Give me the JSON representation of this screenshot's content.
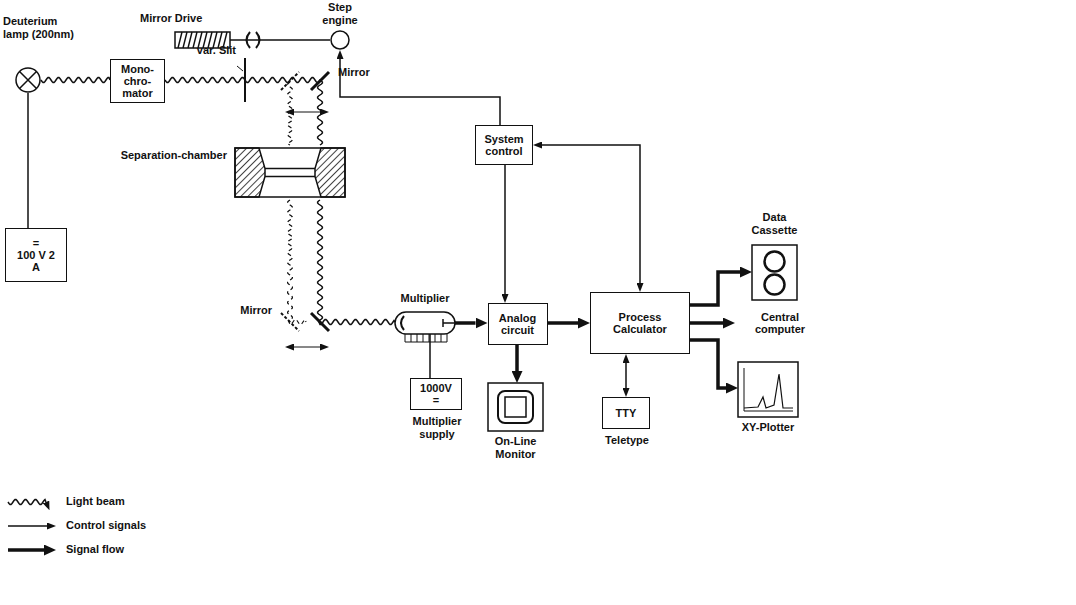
{
  "diagram": {
    "nodes": [
      {
        "text": [
          "Deuterium lamp (200nm)"
        ]
      },
      {
        "text": [
          "Mono- chro- mator"
        ]
      },
      {
        "text": [
          "=",
          "100 V 2 A"
        ]
      },
      {
        "text": [
          "Mirror Drive"
        ]
      },
      {
        "text": [
          "Step engine"
        ]
      },
      {
        "text": [
          "System control"
        ]
      },
      {
        "text": [
          "Separation-chamber"
        ]
      },
      {
        "text": [
          "Multiplier"
        ]
      },
      {
        "text": [
          "1000V",
          "=",
          "Multiplier supply"
        ]
      },
      {
        "text": [
          "Analog circuit"
        ]
      },
      {
        "text": [
          "On-Line Monitor"
        ]
      },
      {
        "text": [
          "Process Calculator"
        ]
      },
      {
        "text": [
          "TTY",
          "Teletype"
        ]
      },
      {
        "text": [
          "Data Cassette"
        ]
      },
      {
        "text": [
          "Central computer"
        ]
      },
      {
        "text": [
          "XY-Plotter"
        ]
      }
    ],
    "edges": [
      {
        "from": 0,
        "to": 1,
        "arrow": "none"
      },
      {
        "from": 0,
        "to": 2,
        "arrow": "none"
      },
      {
        "from": 1,
        "to": 6,
        "arrow": "none"
      },
      {
        "from": 6,
        "to": 7,
        "arrow": "none"
      },
      {
        "from": 3,
        "to": 4,
        "arrow": "none"
      },
      {
        "from": 5,
        "to": 4,
        "arrow": "to"
      },
      {
        "from": 5,
        "to": 11,
        "arrow": "both"
      },
      {
        "from": 5,
        "to": 9,
        "arrow": "to"
      },
      {
        "from": 8,
        "to": 7,
        "arrow": "none"
      },
      {
        "from": 7,
        "to": 9,
        "arrow": "to"
      },
      {
        "from": 9,
        "to": 11,
        "arrow": "to"
      },
      {
        "from": 9,
        "to": 10,
        "arrow": "to"
      },
      {
        "from": 12,
        "to": 11,
        "arrow": "both"
      },
      {
        "from": 11,
        "to": 13,
        "arrow": "to"
      },
      {
        "from": 11,
        "to": 14,
        "arrow": "to"
      },
      {
        "from": 11,
        "to": 15,
        "arrow": "to"
      }
    ],
    "labels": [
      "var. Slit",
      "Mirror",
      "Mirror"
    ],
    "legend": [
      {
        "text": "Light beam"
      },
      {
        "text": "Control signals"
      },
      {
        "text": "Signal flow"
      }
    ]
  }
}
